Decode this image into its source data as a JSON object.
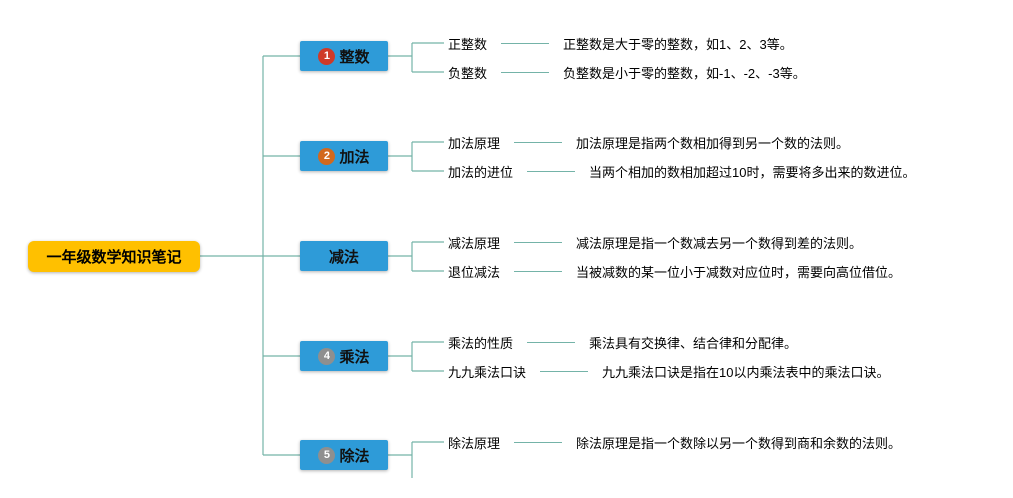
{
  "root": {
    "label": "一年级数学知识笔记"
  },
  "colors": {
    "root_bg": "#ffc000",
    "branch_bg": "#2e9bd8",
    "line": "#74b3a8",
    "badge_red": "#cf3a28",
    "badge_orange": "#d2691e",
    "badge_gray": "#8f8f8f"
  },
  "branches": [
    {
      "num": "1",
      "label": "整数",
      "children": [
        {
          "label": "正整数",
          "desc": "正整数是大于零的整数，如1、2、3等。"
        },
        {
          "label": "负整数",
          "desc": "负整数是小于零的整数，如-1、-2、-3等。"
        }
      ]
    },
    {
      "num": "2",
      "label": "加法",
      "children": [
        {
          "label": "加法原理",
          "desc": "加法原理是指两个数相加得到另一个数的法则。"
        },
        {
          "label": "加法的进位",
          "desc": "当两个相加的数相加超过10时，需要将多出来的数进位。"
        }
      ]
    },
    {
      "num": "",
      "label": "减法",
      "children": [
        {
          "label": "减法原理",
          "desc": "减法原理是指一个数减去另一个数得到差的法则。"
        },
        {
          "label": "退位减法",
          "desc": "当被减数的某一位小于减数对应位时，需要向高位借位。"
        }
      ]
    },
    {
      "num": "4",
      "label": "乘法",
      "children": [
        {
          "label": "乘法的性质",
          "desc": "乘法具有交换律、结合律和分配律。"
        },
        {
          "label": "九九乘法口诀",
          "desc": "九九乘法口诀是指在10以内乘法表中的乘法口诀。"
        }
      ]
    },
    {
      "num": "5",
      "label": "除法",
      "children": [
        {
          "label": "除法原理",
          "desc": "除法原理是指一个数除以另一个数得到商和余数的法则。"
        }
      ]
    }
  ]
}
